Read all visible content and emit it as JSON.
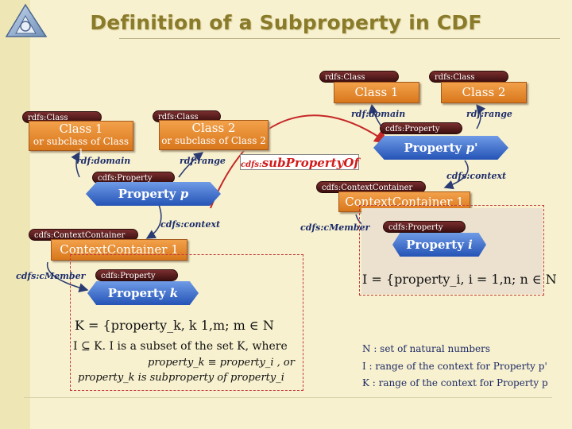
{
  "title": "Definition of a Subproperty in CDF",
  "tags": {
    "rdfs_class": "rdfs:Class",
    "cdfs_property": "cdfs:Property",
    "cdfs_context_container": "cdfs:ContextContainer"
  },
  "classes": {
    "left_class1": {
      "name": "Class 1",
      "sub": "or subclass of Class 1"
    },
    "left_class2": {
      "name": "Class 2",
      "sub": "or subclass of Class 2"
    },
    "right_class1": {
      "name": "Class 1"
    },
    "right_class2": {
      "name": "Class 2"
    }
  },
  "properties": {
    "p": {
      "prefix": "Property ",
      "var": "p"
    },
    "p_prime": {
      "prefix": "Property ",
      "var": "p'"
    },
    "i": {
      "prefix": "Property ",
      "var": "i"
    },
    "k": {
      "prefix": "Property ",
      "var": "k"
    }
  },
  "containers": {
    "left": "ContextContainer 1",
    "right": "ContextContainer 1"
  },
  "relations": {
    "domain": "rdf:domain",
    "range": "rdf:range",
    "context": "cdfs:context",
    "cmember": "cdfs:cMember",
    "subproperty_prefix": "cdfs:",
    "subproperty_name": "subPropertyOf"
  },
  "math": {
    "set_i": "I = {property_i, i = 1,n; n ∈ N",
    "set_k": "K = {property_k, k  1,m; m ∈ N",
    "subset": "I ⊆ K. I is a subset of the set K, where",
    "equiv": "property_k ≡ property_i , or",
    "subprop": "property_k is subproperty of property_i"
  },
  "legend": {
    "n_line": "N : set of natural numbers",
    "i_line": "I : range of the context for Property p'",
    "k_line": "K : range of the context for Property p"
  }
}
